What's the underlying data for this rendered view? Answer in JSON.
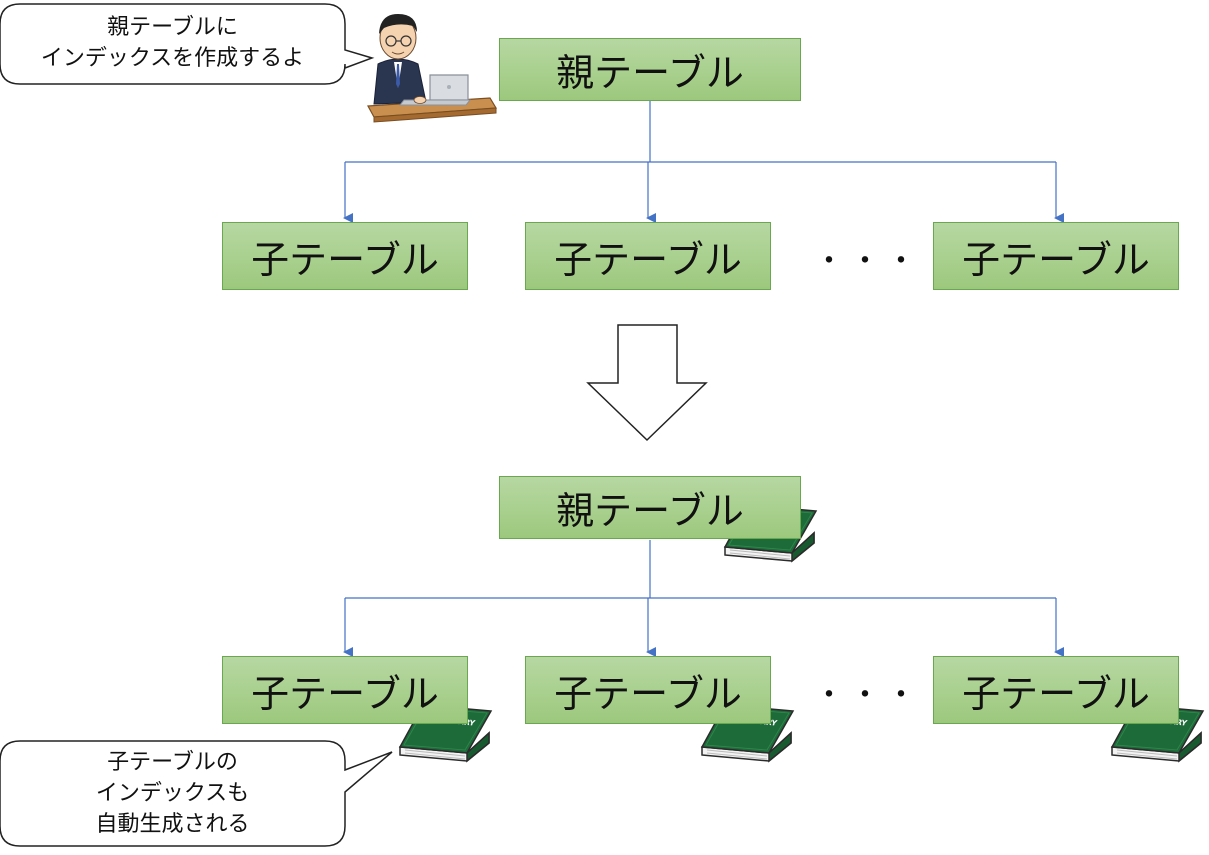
{
  "top_diagram": {
    "parent_label": "親テーブル",
    "children": [
      "子テーブル",
      "子テーブル",
      "子テーブル"
    ],
    "ellipsis": "・・・"
  },
  "bottom_diagram": {
    "parent_label": "親テーブル",
    "children": [
      "子テーブル",
      "子テーブル",
      "子テーブル"
    ],
    "ellipsis": "・・・"
  },
  "speech_top": [
    "親テーブルに",
    "インデックスを作成するよ"
  ],
  "speech_bottom": [
    "子テーブルの",
    "インデックスも",
    "自動生成される"
  ],
  "book_label": "DICTIONARY",
  "colors": {
    "box_fill": "#a9d08e",
    "box_border": "#6aa84f",
    "connector": "#4472c4",
    "book_green": "#1e6b3a"
  }
}
